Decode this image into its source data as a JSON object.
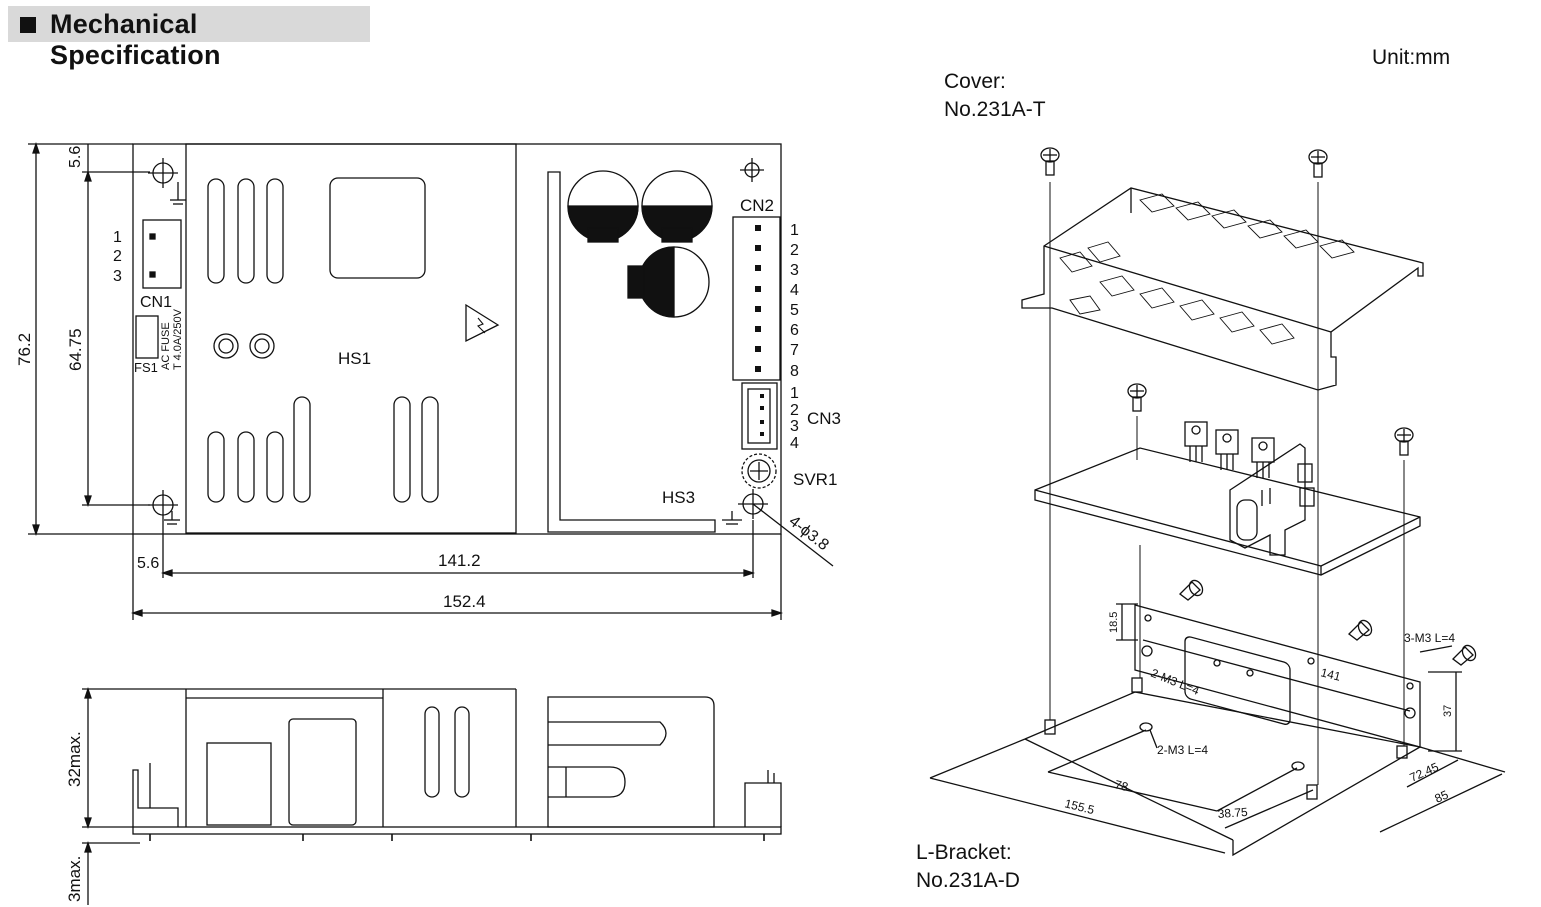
{
  "header": {
    "title": "Mechanical Specification"
  },
  "unit": "Unit:mm",
  "top_view": {
    "dim_height": "76.2",
    "dim_hole_span": "64.75",
    "dim_top_offset": "5.6",
    "dim_left_offset": "5.6",
    "dim_hole_width": "141.2",
    "dim_width": "152.4",
    "cn1_label": "CN1",
    "cn1_pins": [
      "1",
      "2",
      "3"
    ],
    "fs1_label": "FS1",
    "fuse_line1": "AC FUSE",
    "fuse_line2": "T 4.0A/250V",
    "hs1_label": "HS1",
    "hs3_label": "HS3",
    "cn2_label": "CN2",
    "cn2_pins": [
      "1",
      "2",
      "3",
      "4",
      "5",
      "6",
      "7",
      "8"
    ],
    "cn3_label": "CN3",
    "cn3_pins": [
      "1",
      "2",
      "3",
      "4"
    ],
    "svr1_label": "SVR1",
    "hole_label": "4-ϕ3.8"
  },
  "side_view": {
    "dim_height": "32max.",
    "dim_clearance": "3max."
  },
  "exploded": {
    "cover_label": "Cover:",
    "cover_part": "No.231A-T",
    "bracket_label": "L-Bracket:",
    "bracket_part": "No.231A-D",
    "dim_18_5": "18.5",
    "screw_3m3": "3-M3 L=4",
    "screw_2m3_a": "2-M3 L=4",
    "screw_2m3_b": "2-M3 L=4",
    "dim_141": "141",
    "dim_37": "37",
    "dim_78": "78",
    "dim_155_5": "155.5",
    "dim_38_75": "38.75",
    "dim_72_45": "72.45",
    "dim_85": "85"
  }
}
